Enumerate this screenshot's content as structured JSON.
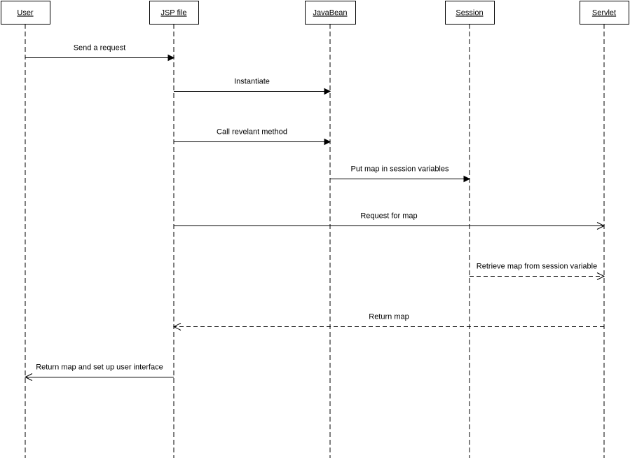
{
  "participants": [
    {
      "id": "user",
      "name": "User"
    },
    {
      "id": "jsp",
      "name": "JSP file"
    },
    {
      "id": "bean",
      "name": "JavaBean"
    },
    {
      "id": "session",
      "name": "Session"
    },
    {
      "id": "servlet",
      "name": "Servlet"
    }
  ],
  "messages": [
    {
      "from": "user",
      "to": "jsp",
      "label": "Send a request",
      "style": "sync"
    },
    {
      "from": "jsp",
      "to": "bean",
      "label": "Instantiate",
      "style": "sync"
    },
    {
      "from": "jsp",
      "to": "bean",
      "label": "Call revelant method",
      "style": "sync"
    },
    {
      "from": "bean",
      "to": "session",
      "label": "Put map in session variables",
      "style": "sync"
    },
    {
      "from": "jsp",
      "to": "servlet",
      "label": "Request for map",
      "style": "async"
    },
    {
      "from": "session",
      "to": "servlet",
      "label": "Retrieve map from session variable",
      "style": "return"
    },
    {
      "from": "servlet",
      "to": "jsp",
      "label": "Return map",
      "style": "return"
    },
    {
      "from": "jsp",
      "to": "user",
      "label": "Return map and set up user interface",
      "style": "async"
    }
  ]
}
